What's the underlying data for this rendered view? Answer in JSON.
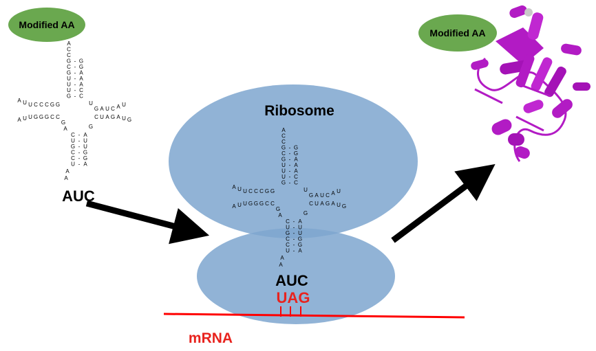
{
  "left_trna": {
    "amino_acid_label": "Modified AA",
    "anticodon": "AUC"
  },
  "ribosome": {
    "label": "Ribosome",
    "anticodon": "AUC",
    "codon": "UAG"
  },
  "mrna_label": "mRNA",
  "product": {
    "amino_acid_label": "Modified AA"
  },
  "trna_sequence": {
    "acceptor_tail": [
      "A",
      "C",
      "C"
    ],
    "acceptor_5p": [
      "G",
      "C",
      "G",
      "U",
      "U",
      "U",
      "G"
    ],
    "acceptor_3p": [
      "G",
      "G",
      "A",
      "A",
      "A",
      "C",
      "C"
    ],
    "d_arm_top": [
      "A",
      "U",
      "U",
      "C",
      "C",
      "C",
      "G",
      "G"
    ],
    "d_arm_bottom": [
      "A",
      "U",
      "U",
      "G",
      "G",
      "G",
      "C",
      "C"
    ],
    "d_loop": [
      "G",
      "A"
    ],
    "t_arm_top": [
      "G",
      "A",
      "U",
      "C",
      "A",
      "U"
    ],
    "t_arm_bottom": [
      "C",
      "U",
      "A",
      "G",
      "A",
      "U",
      "G"
    ],
    "anticodon_5p": [
      "C",
      "U",
      "G",
      "C",
      "C",
      "U"
    ],
    "anticodon_3p": [
      "A",
      "U",
      "U",
      "G",
      "G",
      "A"
    ],
    "anticodon_loop": [
      "A",
      "A"
    ],
    "extra": [
      "U",
      "G",
      "A",
      "G"
    ]
  },
  "colors": {
    "aa_green": "#6aa84f",
    "ribosome_blue": "#7ea6cf",
    "overlap_blue": "#5a86bf",
    "mrna_red": "#ff0000",
    "codon_red": "#e8231e",
    "protein_magenta": "#b21bc4",
    "arrow": "#000000"
  }
}
